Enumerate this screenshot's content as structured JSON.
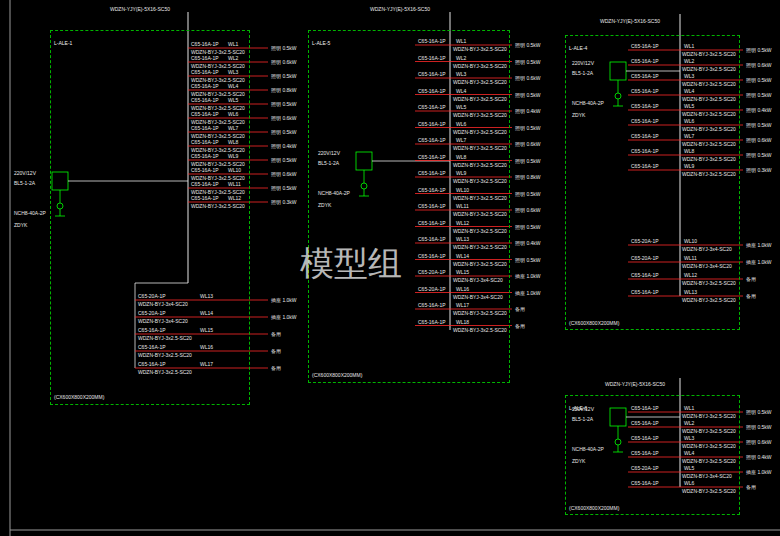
{
  "diagram": {
    "nodes": [
      {
        "text": [
          "L-ALE-1"
        ]
      },
      {
        "text": [
          "L-ALE-5"
        ]
      },
      {
        "text": [
          "L-ALE-4"
        ]
      },
      {
        "text": [
          "L-ALE-6"
        ]
      }
    ],
    "labels": [
      "WDZN-YJY(E)-5X16-SC50",
      "220V/12V",
      "BL5-1-2A",
      "NCH8-40A-2P",
      "ZDYK",
      "C65-16A-1P",
      "WL1",
      "WDZN-BYJ-3x2.5-SC20",
      "照明 0.5kW",
      "C65-16A-1P",
      "WL2",
      "WDZN-BYJ-3x2.5-SC20",
      "照明 0.6kW",
      "C65-16A-1P",
      "WL3",
      "WDZN-BYJ-3x2.5-SC20",
      "照明 0.5kW",
      "C65-16A-1P",
      "WL4",
      "WDZN-BYJ-3x2.5-SC20",
      "照明 0.8kW",
      "C65-16A-1P",
      "WL5",
      "WDZN-BYJ-3x2.5-SC20",
      "照明 0.5kW",
      "C65-16A-1P",
      "WL6",
      "WDZN-BYJ-3x2.5-SC20",
      "照明 0.6kW",
      "C65-16A-1P",
      "WL7",
      "WDZN-BYJ-3x2.5-SC20",
      "照明 0.5kW",
      "C65-16A-1P",
      "WL8",
      "WDZN-BYJ-3x2.5-SC20",
      "照明 0.4kW",
      "C65-16A-1P",
      "WL9",
      "WDZN-BYJ-3x2.5-SC20",
      "照明 0.5kW",
      "C65-16A-1P",
      "WL10",
      "WDZN-BYJ-3x2.5-SC20",
      "照明 0.6kW",
      "C65-16A-1P",
      "WL11",
      "WDZN-BYJ-3x2.5-SC20",
      "照明 0.5kW",
      "C65-16A-1P",
      "WL12",
      "WDZN-BYJ-3x2.5-SC20",
      "照明 0.3kW",
      "C65-20A-1P",
      "WL13",
      "WDZN-BYJ-3x4-SC20",
      "插座 1.0kW",
      "C65-20A-1P",
      "WL14",
      "WDZN-BYJ-3x4-SC20",
      "插座 1.0kW",
      "C65-16A-1P",
      "WL15",
      "WDZN-BYJ-3x2.5-SC20",
      "备用",
      "C65-16A-1P",
      "WL16",
      "WDZN-BYJ-3x2.5-SC20",
      "备用",
      "C65-16A-1P",
      "WL17",
      "WDZN-BYJ-3x2.5-SC20",
      "备用",
      "(CX600X800X200MM)",
      "WDZN-YJY(E)-5X16-SC50",
      "220V/12V",
      "BL5-1-2A",
      "NCH8-40A-2P",
      "ZDYK",
      "C65-16A-1P",
      "WL1",
      "WDZN-BYJ-3x2.5-SC20",
      "照明 0.5kW",
      "C65-16A-1P",
      "WL2",
      "WDZN-BYJ-3x2.5-SC20",
      "照明 0.5kW",
      "C65-16A-1P",
      "WL3",
      "WDZN-BYJ-3x2.5-SC20",
      "照明 0.6kW",
      "C65-16A-1P",
      "WL4",
      "WDZN-BYJ-3x2.5-SC20",
      "照明 0.5kW",
      "C65-16A-1P",
      "WL5",
      "WDZN-BYJ-3x2.5-SC20",
      "照明 0.4kW",
      "C65-16A-1P",
      "WL6",
      "WDZN-BYJ-3x2.5-SC20",
      "照明 0.5kW",
      "C65-16A-1P",
      "WL7",
      "WDZN-BYJ-3x2.5-SC20",
      "照明 0.6kW",
      "C65-16A-1P",
      "WL8",
      "WDZN-BYJ-3x2.5-SC20",
      "照明 0.5kW",
      "C65-16A-1P",
      "WL9",
      "WDZN-BYJ-3x2.5-SC20",
      "照明 0.8kW",
      "C65-16A-1P",
      "WL10",
      "WDZN-BYJ-3x2.5-SC20",
      "照明 0.5kW",
      "C65-16A-1P",
      "WL11",
      "WDZN-BYJ-3x2.5-SC20",
      "照明 0.6kW",
      "C65-16A-1P",
      "WL12",
      "WDZN-BYJ-3x2.5-SC20",
      "照明 0.5kW",
      "C65-16A-1P",
      "WL13",
      "WDZN-BYJ-3x2.5-SC20",
      "照明 0.4kW",
      "C65-16A-1P",
      "WL14",
      "WDZN-BYJ-3x2.5-SC20",
      "照明 0.5kW",
      "C65-20A-1P",
      "WL15",
      "WDZN-BYJ-3x4-SC20",
      "插座 1.0kW",
      "C65-20A-1P",
      "WL16",
      "WDZN-BYJ-3x4-SC20",
      "插座 1.0kW",
      "C65-16A-1P",
      "WL17",
      "WDZN-BYJ-3x2.5-SC20",
      "备用",
      "C65-16A-1P",
      "WL18",
      "WDZN-BYJ-3x2.5-SC20",
      "备用",
      "(CX600X800X200MM)",
      "WDZN-YJY(E)-5X16-SC50",
      "220V/12V",
      "BL5-1-2A",
      "NCH8-40A-2P",
      "ZDYK",
      "C65-16A-1P",
      "WL1",
      "WDZN-BYJ-3x2.5-SC20",
      "照明 0.5kW",
      "C65-16A-1P",
      "WL2",
      "WDZN-BYJ-3x2.5-SC20",
      "照明 0.6kW",
      "C65-16A-1P",
      "WL3",
      "WDZN-BYJ-3x2.5-SC20",
      "照明 0.5kW",
      "C65-16A-1P",
      "WL4",
      "WDZN-BYJ-3x2.5-SC20",
      "照明 0.5kW",
      "C65-16A-1P",
      "WL5",
      "WDZN-BYJ-3x2.5-SC20",
      "照明 0.4kW",
      "C65-16A-1P",
      "WL6",
      "WDZN-BYJ-3x2.5-SC20",
      "照明 0.5kW",
      "C65-16A-1P",
      "WL7",
      "WDZN-BYJ-3x2.5-SC20",
      "照明 0.6kW",
      "C65-16A-1P",
      "WL8",
      "WDZN-BYJ-3x2.5-SC20",
      "照明 0.5kW",
      "C65-16A-1P",
      "WL9",
      "WDZN-BYJ-3x2.5-SC20",
      "照明 0.3kW",
      "C65-20A-1P",
      "WL10",
      "WDZN-BYJ-3x4-SC20",
      "插座 1.0kW",
      "C65-20A-1P",
      "WL11",
      "WDZN-BYJ-3x4-SC20",
      "插座 1.0kW",
      "C65-16A-1P",
      "WL12",
      "WDZN-BYJ-3x2.5-SC20",
      "备用",
      "C65-16A-1P",
      "WL13",
      "WDZN-BYJ-3x2.5-SC20",
      "备用",
      "(CX600X800X200MM)",
      "WDZN-YJY(E)-5X16-SC50",
      "220V/12V",
      "BL5-1-2A",
      "NCH8-40A-2P",
      "ZDYK",
      "C65-16A-1P",
      "WL1",
      "WDZN-BYJ-3x2.5-SC20",
      "照明 0.5kW",
      "C65-16A-1P",
      "WL2",
      "WDZN-BYJ-3x2.5-SC20",
      "照明 0.5kW",
      "C65-16A-1P",
      "WL3",
      "WDZN-BYJ-3x2.5-SC20",
      "照明 0.6kW",
      "C65-16A-1P",
      "WL4",
      "WDZN-BYJ-3x2.5-SC20",
      "照明 0.4kW",
      "C65-20A-1P",
      "WL5",
      "WDZN-BYJ-3x4-SC20",
      "插座 1.0kW",
      "C65-16A-1P",
      "WL6",
      "WDZN-BYJ-3x2.5-SC20",
      "备用",
      "(CX600X800X200MM)",
      "模型组"
    ]
  }
}
